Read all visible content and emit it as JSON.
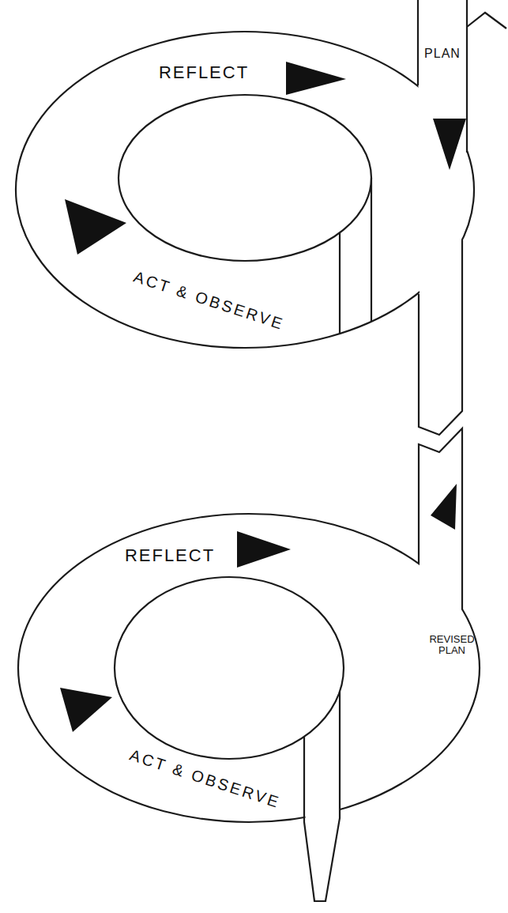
{
  "diagram": {
    "labels": [
      "REFLECT",
      "PLAN",
      "ACT & OBSERVE",
      "REFLECT",
      "REVISED PLAN",
      "ACT & OBSERVE"
    ]
  }
}
